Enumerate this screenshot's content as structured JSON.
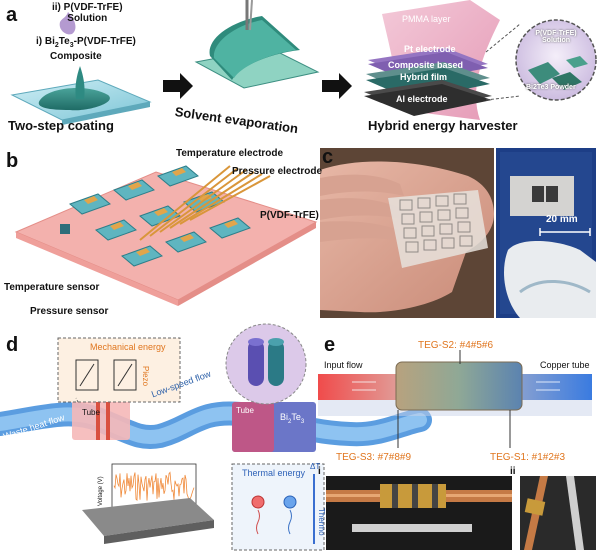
{
  "panel_a": {
    "label": "a",
    "solution_label": "ii) P(VDF-TrFE)\nSolution",
    "composite_label": "i) Bi",
    "composite_sub": "2",
    "composite_mid": "Te",
    "composite_sub2": "3",
    "composite_tail": "-P(VDF-TrFE)",
    "composite_line2": "Composite",
    "step1": "Two-step coating",
    "step2": "Solvent evaporation",
    "step3": "Hybrid energy harvester",
    "pmma": "PMMA layer",
    "pt": "Pt electrode",
    "composite_based": "Composite based",
    "hybrid_film": "Hybrid film",
    "al": "Al electrode",
    "circle_solution": "P(VDF-TrFE) Solution",
    "circle_powder": "Bi2Te3 Powder"
  },
  "panel_b": {
    "label": "b",
    "temp_electrode": "Temperature electrode",
    "pressure_electrode": "Pressure electrode",
    "pvdf": "P(VDF-TrFE)",
    "temp_sensor": "Temperature sensor",
    "pressure_sensor": "Pressure sensor"
  },
  "panel_c": {
    "label": "c",
    "scale": "20 mm"
  },
  "panel_d": {
    "label": "d",
    "mech": "Mechanical energy",
    "piezo": "Piezo",
    "waste": "Waste heat flow",
    "low_speed": "Low-speed flow",
    "tube1": "Tube",
    "tube2": "Tube",
    "bi": "Bi",
    "bi_sub": "2",
    "te": "Te",
    "te_sub": "3",
    "voltage": "Voltage (V)",
    "thermal": "Thermal energy",
    "thermo": "Thermo",
    "delta_t": "ΔT"
  },
  "panel_e": {
    "label": "e",
    "input_flow": "Input flow",
    "teg_s2": "TEG-S2: #4#5#6",
    "copper": "Copper tube",
    "teg_s3": "TEG-S3: #7#8#9",
    "teg_s1": "TEG-S1: #1#2#3",
    "sub_i": "i",
    "sub_ii": "ii"
  }
}
